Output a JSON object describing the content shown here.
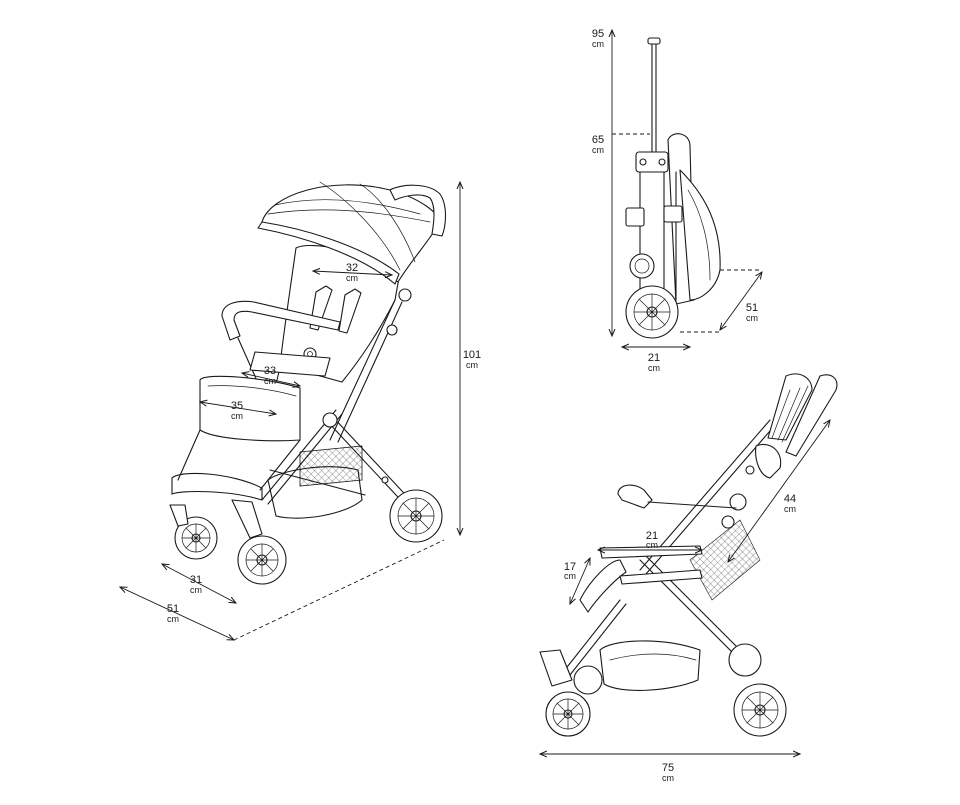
{
  "dimensions": {
    "front_view": {
      "seat_back_width": {
        "value": "32",
        "unit": "cm"
      },
      "seat_depth": {
        "value": "33",
        "unit": "cm"
      },
      "footrest_width": {
        "value": "35",
        "unit": "cm"
      },
      "front_wheel_track": {
        "value": "31",
        "unit": "cm"
      },
      "overall_width": {
        "value": "51",
        "unit": "cm"
      },
      "overall_height": {
        "value": "101",
        "unit": "cm"
      }
    },
    "folded_view": {
      "handle_extended_height": {
        "value": "95",
        "unit": "cm"
      },
      "folded_height": {
        "value": "65",
        "unit": "cm"
      },
      "folded_width": {
        "value": "21",
        "unit": "cm"
      },
      "folded_depth": {
        "value": "51",
        "unit": "cm"
      }
    },
    "side_view": {
      "backrest_height": {
        "value": "44",
        "unit": "cm"
      },
      "seat_length": {
        "value": "21",
        "unit": "cm"
      },
      "leg_rest_height": {
        "value": "17",
        "unit": "cm"
      },
      "overall_length": {
        "value": "75",
        "unit": "cm"
      }
    }
  }
}
